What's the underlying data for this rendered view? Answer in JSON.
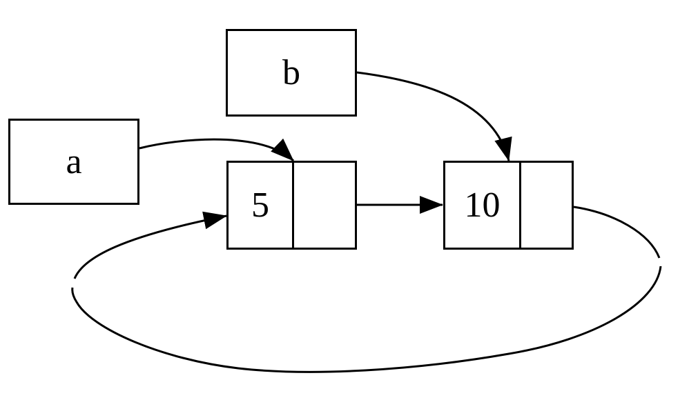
{
  "canvas": {
    "background": "#ffffff",
    "stroke": "#000000"
  },
  "variables": [
    {
      "name": "a"
    },
    {
      "name": "b"
    }
  ],
  "cells": [
    {
      "value": "5"
    },
    {
      "value": "10"
    }
  ],
  "edges": [
    {
      "from": "a",
      "to": "cell-5"
    },
    {
      "from": "b",
      "to": "cell-10"
    },
    {
      "from": "cell-5-cdr",
      "to": "cell-10"
    },
    {
      "from": "cell-10-cdr",
      "to": "cell-5",
      "style": "loop-around-bottom"
    }
  ]
}
